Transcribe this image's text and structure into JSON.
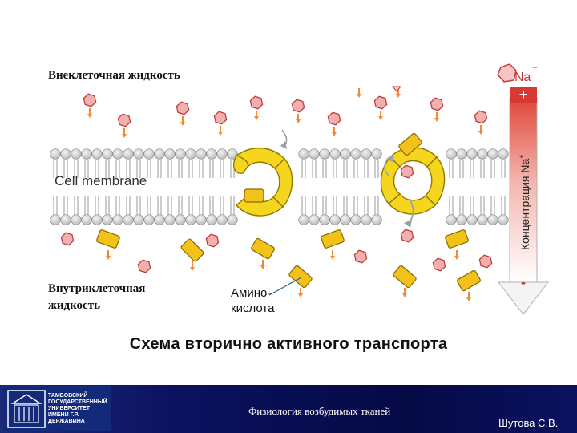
{
  "labels": {
    "extracellular": "Внеклеточная жидкость",
    "intracellular_line1": "Внутриклеточная",
    "intracellular_line2": "жидкость",
    "amino_line1": "Амино-",
    "amino_line2": "кислота",
    "cell_membrane": "Cell membrane",
    "na_ion": "Na",
    "na_sup": "+",
    "concentration": "Концентрация Na",
    "concentration_sup": "+",
    "plus_sign": "+",
    "minus_sign": "-",
    "caption": "Схема вторично активного транспорта"
  },
  "footer": {
    "university_lines": [
      "ТАМБОВСКИЙ",
      "ГОСУДАРСТВЕННЫЙ",
      "УНИВЕРСИТЕТ",
      "ИМЕНИ Г.Р. ДЕРЖАВИНА"
    ],
    "course": "Физиология возбудимых тканей",
    "author": "Шутова С.В."
  },
  "colors": {
    "sodium_ion": "#f1b0b0",
    "sodium_stroke": "#c23a3a",
    "amino_acid": "#f2c21b",
    "transporter": "#f5d51e",
    "lipid_head": "#d8d8d8",
    "arrow_orange": "#f08a3a",
    "gradient_arrow": "#f4b8b0",
    "footer_bg": "#0b1260"
  }
}
